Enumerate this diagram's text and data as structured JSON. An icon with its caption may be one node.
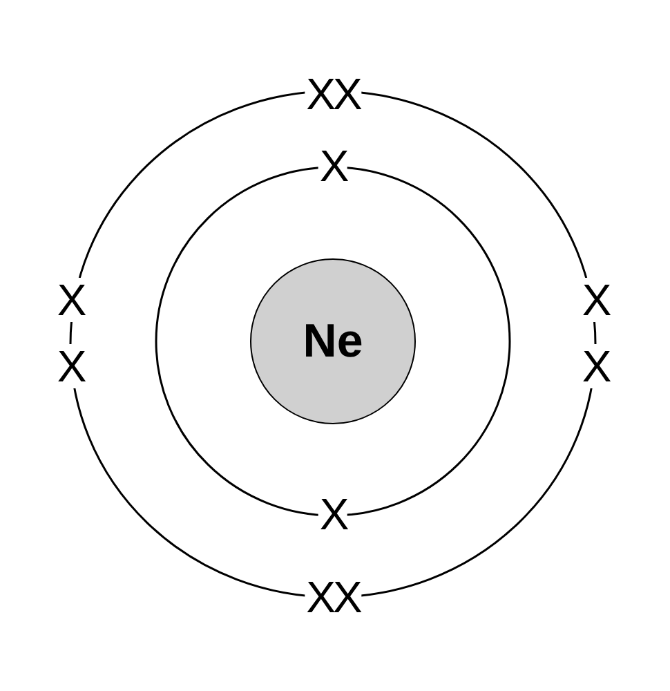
{
  "diagram": {
    "nodes": [
      {
        "text": [
          "Ne"
        ]
      }
    ],
    "labels": [
      "XX",
      "X",
      "X",
      "X",
      "X",
      "X",
      "X",
      "XX"
    ]
  }
}
